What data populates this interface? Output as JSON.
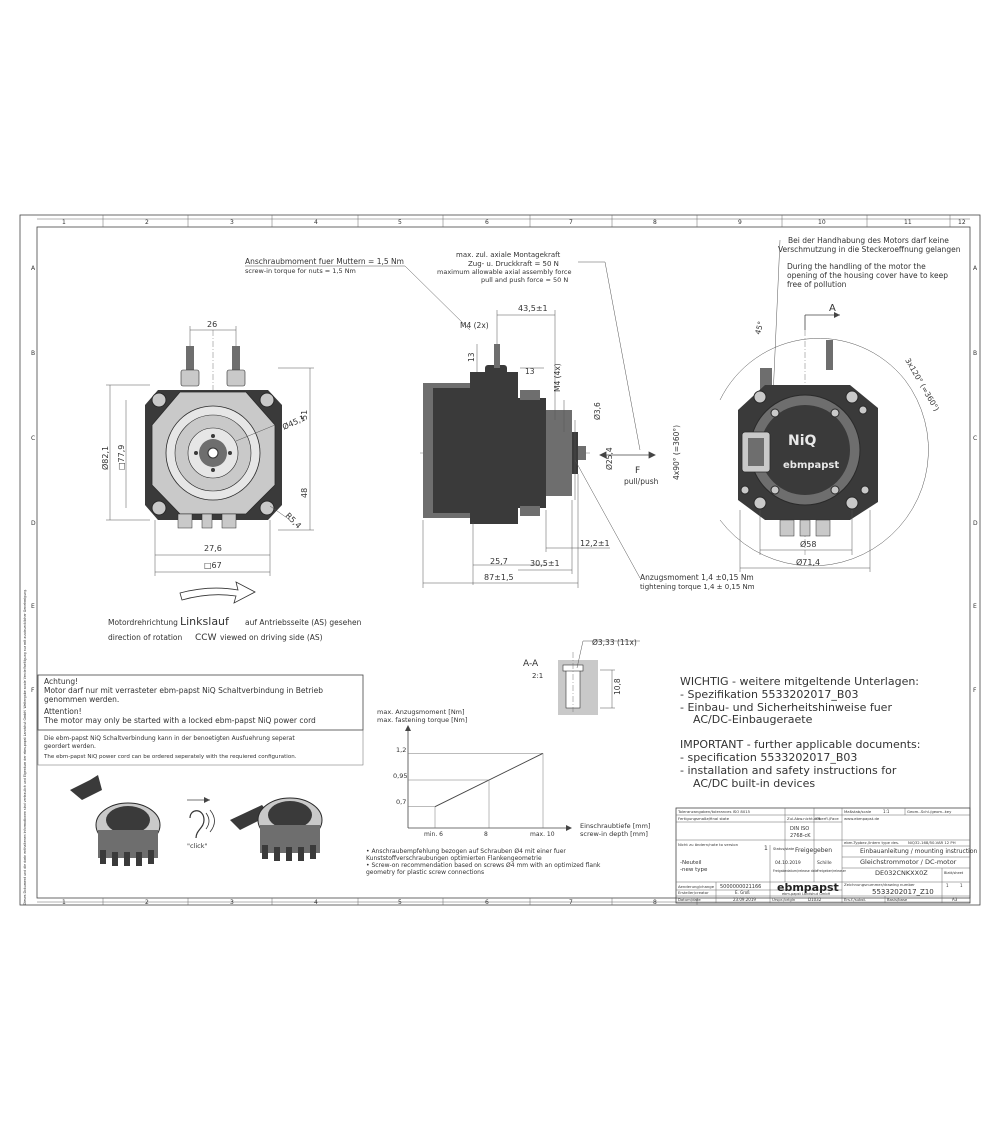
{
  "frame": {
    "columns": [
      "1",
      "2",
      "3",
      "4",
      "5",
      "6",
      "7",
      "8",
      "9",
      "10",
      "11",
      "12"
    ],
    "rows": [
      "A",
      "B",
      "C",
      "D",
      "E",
      "F"
    ]
  },
  "front_view": {
    "dims": {
      "d26": "26",
      "d82": "Ø82,1",
      "d77": "□77,9",
      "d45": "Ø45,1",
      "d51": "51",
      "d48": "48",
      "r54": "R5,4",
      "d27": "27,6",
      "d67": "□67"
    }
  },
  "side_view": {
    "torque_nut_de": "Anschraubmoment fuer Muttern = 1,5 Nm",
    "torque_nut_en": "screw-in torque for nuts = 1,5 Nm",
    "axial_de1": "max. zul. axiale Montagekraft",
    "axial_de2": "Zug- u. Druckkraft = 50 N",
    "axial_en1": "maximum allowable axial assembly force",
    "axial_en2": "pull and push force = 50 N",
    "dims": {
      "m4": "M4 (2x)",
      "d43": "43,5±1",
      "d13a": "13",
      "d13b": "13",
      "m4b": "M4 (4x)",
      "d36": "Ø3,6",
      "d254": "Ø25,4",
      "d257": "25,7",
      "d305": "30,5±1",
      "d122": "12,2±1",
      "d87": "87±1,5"
    },
    "force_letter": "F",
    "force_label": "pull/push",
    "tight_de": "Anzugsmoment 1,4 ±0,15 Nm",
    "tight_en": "tightening torque 1,4 ± 0,15 Nm"
  },
  "rear_view": {
    "note_de1": "Bei der Handhabung des Motors darf keine",
    "note_de2": "Verschmutzung in die Steckeroeffnung gelangen",
    "note_en1": "During the handling of the motor the",
    "note_en2": "opening of the housing cover have to keep",
    "note_en3": "free of pollution",
    "section_a": "A",
    "angle45": "45°",
    "angle120": "3x120° (=360°)",
    "angle90": "4x90° (=360°)",
    "logo_niq": "NiQ",
    "logo_brand": "ebmpapst",
    "d58": "Ø58",
    "d714": "Ø71,4"
  },
  "rotation": {
    "de_prefix": "Motordrehrichtung",
    "de_key": "Linkslauf",
    "de_suffix": "auf Antriebsseite (AS) gesehen",
    "en_prefix": "direction of rotation",
    "en_key": "CCW",
    "en_suffix": "viewed on driving side (AS)"
  },
  "warning": {
    "title": "Achtung!",
    "de1": "Motor darf nur mit verrasteter ebm-papst NiQ Schaltverbindung in Betrieb",
    "de2": "genommen werden.",
    "en_title": "Attention!",
    "en1": "The motor may only be started with a locked ebm-papst NiQ power cord",
    "note_de1": "Die ebm-papst NiQ Schaltverbindung kann in der benoetigten Ausfuehrung seperat",
    "note_de2": "geordert werden.",
    "note_en": "The ebm-papst NiQ power cord can be ordered seperately with the requiered configuration.",
    "click": "\"click\""
  },
  "section_aa": {
    "label": "A-A",
    "scale": "2:1",
    "hole": "Ø3,33 (11x)",
    "depth": "10,8"
  },
  "graph": {
    "ylabel_de": "max. Anzugsmoment [Nm]",
    "ylabel_en": "max. fastening torque [Nm]",
    "xlabel_de": "Einschraubtiefe [mm]",
    "xlabel_en": "screw-in depth [mm]",
    "yticks": [
      "1,2",
      "0,95",
      "0,7"
    ],
    "xticks": [
      "min. 6",
      "8",
      "max. 10"
    ],
    "note1": "• Anschraubempfehlung bezogen auf Schrauben Ø4 mit einer fuer",
    "note2": "Kunststoffverschraubungen optimierten Flankengeometrie",
    "note3": "• Screw-on recommendation based on screws Ø4 mm with an optimized flank",
    "note4": "geometry for plastic screw connections"
  },
  "chart_data": {
    "type": "line",
    "x": [
      6,
      10
    ],
    "y": [
      0.7,
      1.2
    ],
    "xlabel": "Einschraubtiefe [mm] / screw-in depth [mm]",
    "ylabel": "max. Anzugsmoment [Nm] / max. fastening torque [Nm]",
    "xticks": [
      "min. 6",
      "8",
      "max. 10"
    ],
    "yticks": [
      "0,7",
      "0,95",
      "1,2"
    ],
    "markers": [
      {
        "x": 8,
        "y": 0.95
      }
    ]
  },
  "important": {
    "de_title": "WICHTIG - weitere mitgeltende Unterlagen:",
    "de1": "- Spezifikation 5533202017_B03",
    "de2": "- Einbau- und Sicherheitshinweise fuer",
    "de3": "AC/DC-Einbaugeraete",
    "en_title": "IMPORTANT - further applicable documents:",
    "en1": "- specification 5533202017_B03",
    "en2": "- installation and safety instructions for",
    "en3": "AC/DC built-in devices"
  },
  "title_block": {
    "tol": "Toleranzangaben/tolerances ISO 8015",
    "surface": "Fertigungsmaße/final state",
    "allg": "Zul.Abw.nicht.diff.",
    "din": "DIN ISO",
    "din2": "2768-cK",
    "oberfl": "Oberfl./Face",
    "scale_label": "Maßstab/scale",
    "scale": "1:1",
    "geom": "Geom.-Schl./geom.-key",
    "web": "www.ebmpapst.de",
    "change_label": "Nicht zu ändern/note to version",
    "rev": "1",
    "new_de": "-Neuteil",
    "new_en": "-new type",
    "status_label": "Status/state",
    "status": "Freigegeben",
    "release_date": "04.10.2019",
    "releaser": "Schille",
    "freig": "Freigabedatum/release date",
    "freig2": "Freigeber/releaser",
    "typ_label": "ebm-Typbez./Intern type des.",
    "typ": "NiQ32-168/50-VAR 12 PH",
    "title1": "Einbauanleitung / mounting instruction",
    "title2": "Gleichstrommotor / DC-motor",
    "title3": "DE032CNKXX0Z",
    "order_label": "Aenderung/change",
    "order": "5000000021166",
    "creator_label": "Ersteller/creator",
    "creator": "E. Groß",
    "date_label": "Datum/date",
    "date": "23.09.2019",
    "company": "ebmpapst",
    "company2": "ebm-papst Landshut GmbH",
    "origin_label": "Urspr./origin",
    "origin": "D1032",
    "drawing_label": "Zeichnungsnummer/drawing number",
    "drawing": "5533202017_Z10",
    "ers_label": "Ers.f./subst.",
    "base_label": "Basis/base",
    "sheet_label": "Blatt/sheet",
    "sheet": "1",
    "sheets": "1",
    "a3": "A3"
  },
  "margin_note": "Dieses Dokument und die darin enthaltenen Informationen sind vertraulich und Eigentum der ebm-papst Landshut GmbH. Weitergabe sowie Vervielfaeltigung nur mit ausdruecklicher Genehmigung."
}
